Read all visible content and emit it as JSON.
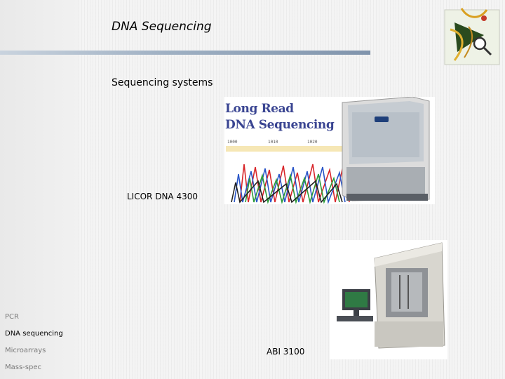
{
  "slide": {
    "title": "DNA Sequencing",
    "subtitle": "Sequencing systems"
  },
  "images": {
    "licor": {
      "overlay_line1": "Long Read",
      "overlay_line2": "DNA Sequencing",
      "caption": "LICOR DNA 4300",
      "ruler": [
        "1000",
        "1010",
        "1020"
      ]
    },
    "abi": {
      "caption": "ABI 3100"
    }
  },
  "logo": {
    "icon": "dna-magnifier-logo-icon"
  },
  "nav": {
    "items": [
      {
        "label": "PCR",
        "active": false
      },
      {
        "label": "DNA sequencing",
        "active": true
      },
      {
        "label": "Microarrays",
        "active": false
      },
      {
        "label": "Mass-spec",
        "active": false
      }
    ]
  },
  "colors": {
    "accent_rule": "#8094ac",
    "licor_text": "#3a4592",
    "nav_inactive": "#7a7a7a",
    "nav_active": "#000000"
  }
}
